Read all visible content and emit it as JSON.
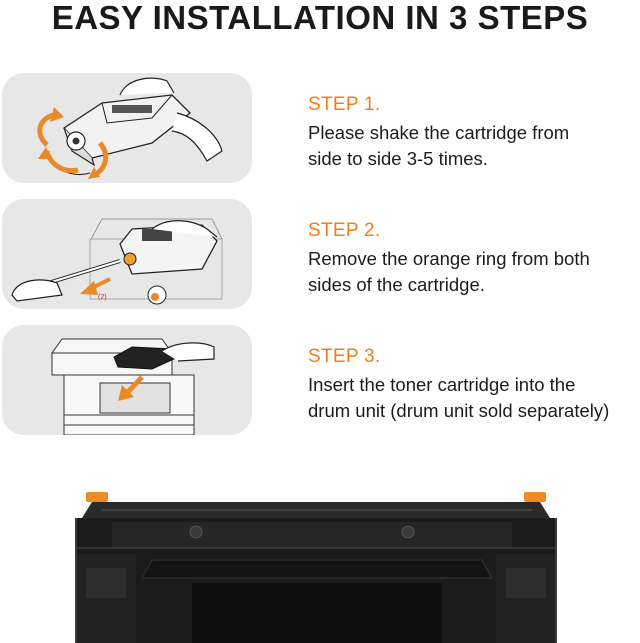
{
  "header": {
    "title": "EASY INSTALLATION IN 3 STEPS"
  },
  "steps": [
    {
      "label": "STEP 1.",
      "text_line1": "Please shake the cartridge from",
      "text_line2": "side to side 3-5 times."
    },
    {
      "label": "STEP 2.",
      "text_line1": "Remove the orange ring from both",
      "text_line2": "sides of the cartridge."
    },
    {
      "label": "STEP 3.",
      "text_line1": "Insert the toner cartridge into the",
      "text_line2": "drum unit (drum unit sold separately)"
    }
  ],
  "illustrations": {
    "step2_marker": "(2)"
  },
  "colors": {
    "accent": "#f07d1a",
    "panel_bg": "#e7e7e7",
    "text": "#1c1c1c"
  },
  "icons": [
    "shake-arrows-icon",
    "pull-arrow-icon",
    "insert-arrow-icon"
  ]
}
